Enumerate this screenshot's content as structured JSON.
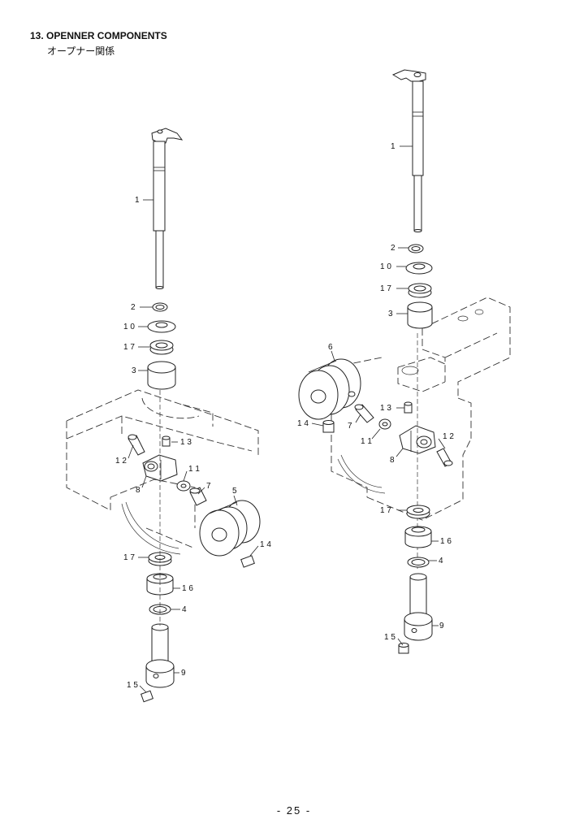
{
  "header": {
    "title": "13. OPENNER COMPONENTS",
    "subtitle": "オープナー関係"
  },
  "footer": {
    "page": "- 25 -"
  },
  "left_diagram": {
    "labels": {
      "l1": "1",
      "l2": "2",
      "l10": "1 0",
      "l17a": "1 7",
      "l3": "3",
      "l13": "1 3",
      "l12": "1 2",
      "l11": "1 1",
      "l8": "8",
      "l7": "7",
      "l5": "5",
      "l14": "1 4",
      "l17b": "1 7",
      "l16": "1 6",
      "l4": "4",
      "l9": "9",
      "l15": "1 5"
    }
  },
  "right_diagram": {
    "labels": {
      "l1": "1",
      "l2": "2",
      "l10": "1 0",
      "l17a": "1 7",
      "l3": "3",
      "l6": "6",
      "l13": "1 3",
      "l14": "1 4",
      "l7": "7",
      "l11": "1 1",
      "l12": "1 2",
      "l8": "8",
      "l17b": "1 7",
      "l16": "1 6",
      "l4": "4",
      "l9": "9",
      "l15": "1 5"
    }
  }
}
